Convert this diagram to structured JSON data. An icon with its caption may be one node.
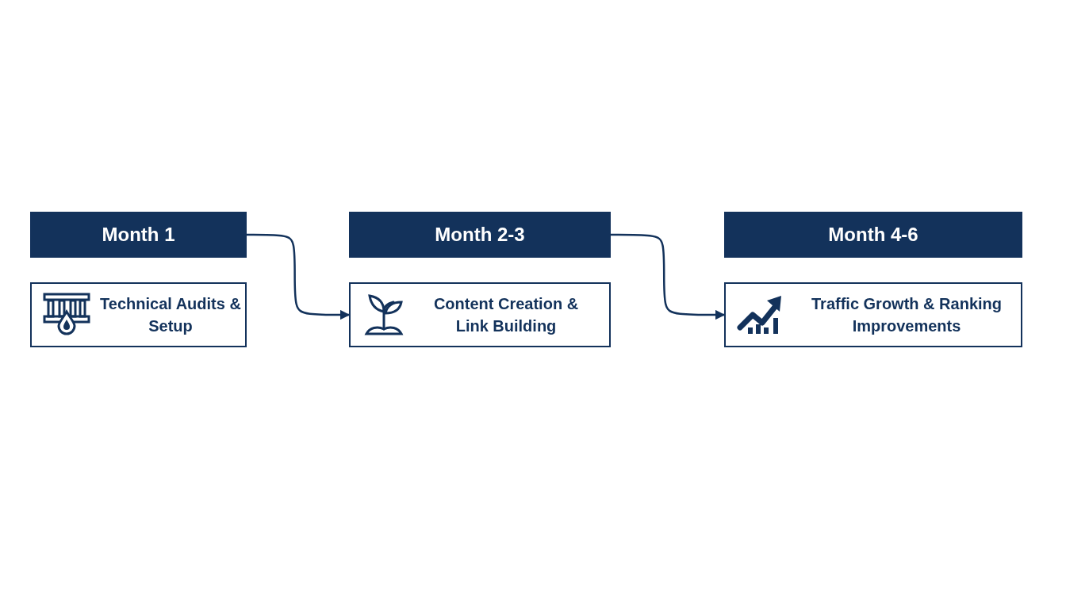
{
  "diagram": {
    "nodes": [
      {
        "text": [
          "Month 1"
        ]
      },
      {
        "text": [
          "Technical Audits & Setup"
        ]
      },
      {
        "text": [
          "Month 2-3"
        ]
      },
      {
        "text": [
          "Content Creation & Link Building"
        ]
      },
      {
        "text": [
          "Month 4-6"
        ]
      },
      {
        "text": [
          "Traffic Growth & Ranking Improvements"
        ]
      }
    ],
    "edges": [
      {
        "from": 0,
        "to": 3,
        "arrow": "to"
      },
      {
        "from": 2,
        "to": 5,
        "arrow": "to"
      }
    ]
  }
}
